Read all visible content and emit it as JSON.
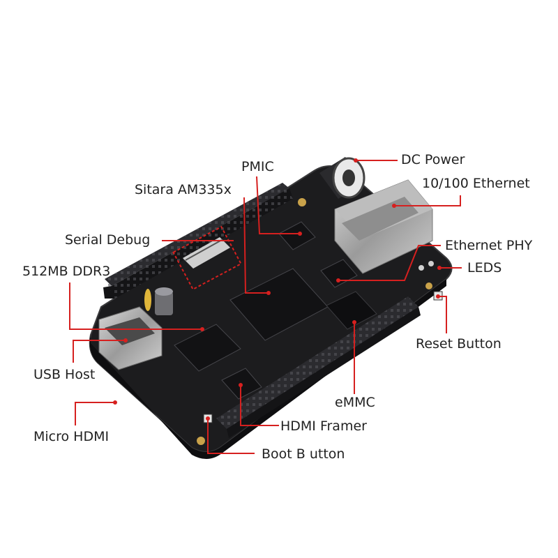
{
  "accent_color": "#d6201f",
  "board_color": "#1c1c1e",
  "callouts": [
    {
      "id": "dc-power",
      "label": "DC Power"
    },
    {
      "id": "ethernet",
      "label": "10/100 Ethernet"
    },
    {
      "id": "pmic",
      "label": "PMIC"
    },
    {
      "id": "sitara",
      "label": "Sitara AM335x"
    },
    {
      "id": "serial-debug",
      "label": "Serial Debug"
    },
    {
      "id": "ethernet-phy",
      "label": "Ethernet PHY"
    },
    {
      "id": "leds",
      "label": "LEDS"
    },
    {
      "id": "ddr3",
      "label": "512MB DDR3"
    },
    {
      "id": "reset-button",
      "label": "Reset Button"
    },
    {
      "id": "usb-host",
      "label": "USB Host"
    },
    {
      "id": "emmc",
      "label": "eMMC"
    },
    {
      "id": "micro-hdmi",
      "label": "Micro HDMI"
    },
    {
      "id": "hdmi-framer",
      "label": "HDMI Framer"
    },
    {
      "id": "boot-button",
      "label": "Boot B utton"
    }
  ]
}
